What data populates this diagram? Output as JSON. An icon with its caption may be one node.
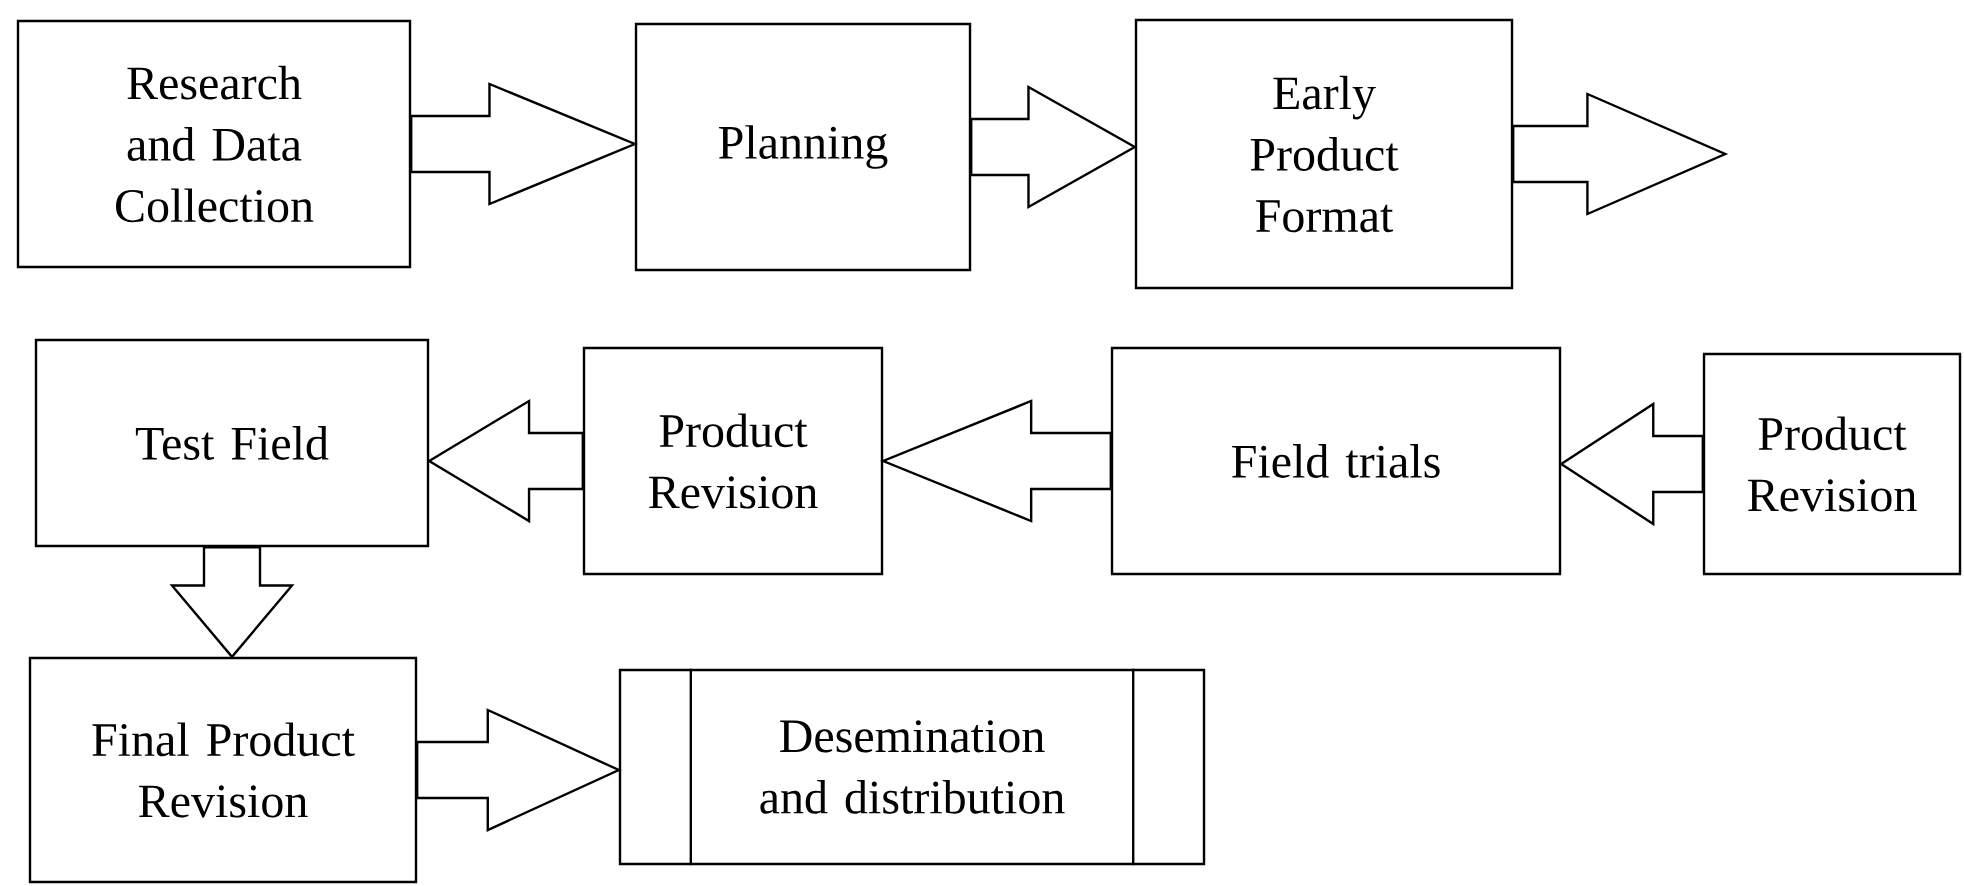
{
  "diagram": {
    "nodes": [
      {
        "text": [
          "Research and Data Collection"
        ]
      },
      {
        "text": [
          "Planning"
        ]
      },
      {
        "text": [
          "Early Product Format"
        ]
      },
      {
        "text": [
          "Product Revision"
        ]
      },
      {
        "text": [
          "Field trials"
        ]
      },
      {
        "text": [
          "Product Revision"
        ]
      },
      {
        "text": [
          "Test Field"
        ]
      },
      {
        "text": [
          "Final Product Revision"
        ]
      },
      {
        "text": [
          "Desemination and distribution"
        ]
      }
    ],
    "edges": [
      {
        "from": 0,
        "to": 1,
        "arrow": "to"
      },
      {
        "from": 1,
        "to": 2,
        "arrow": "to"
      },
      {
        "from": 2,
        "to": null,
        "arrow": "to"
      },
      {
        "from": 3,
        "to": 4,
        "arrow": "to"
      },
      {
        "from": 4,
        "to": 5,
        "arrow": "to"
      },
      {
        "from": 5,
        "to": 6,
        "arrow": "to"
      },
      {
        "from": 6,
        "to": 7,
        "arrow": "to"
      },
      {
        "from": 7,
        "to": 8,
        "arrow": "to"
      }
    ]
  }
}
